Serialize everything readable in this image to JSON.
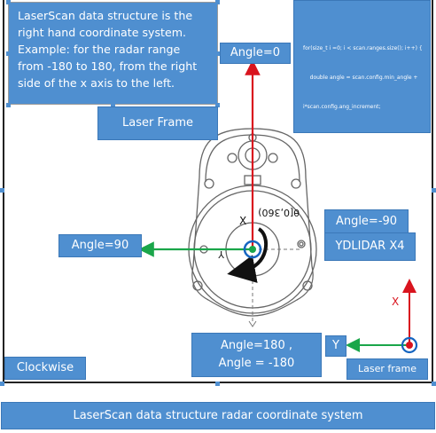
{
  "description_text": "LaserScan data structure is the right hand coordinate system. Example: for the radar range from -180 to 180, from the right side of the x axis to the left.",
  "code_lines": [
    "for(size_t i =0; i < scan.ranges.size(); i++) {",
    "    double angle = scan.config.min_angle +",
    "i*scan.config.ang_increment;",
    "}"
  ],
  "labels": {
    "angle_0": "Angle=0",
    "laser_frame_top": "Laser Frame",
    "angle_neg90": "Angle=-90",
    "device": "YDLIDAR X4",
    "angle_90": "Angle=90",
    "angle_180": "Angle=180 ,",
    "angle_neg180": "Angle = -180",
    "y_axis_box": "Y",
    "laser_frame_small": "Laser frame",
    "clockwise": "Clockwise",
    "caption": "LaserScan data structure radar coordinate system"
  },
  "device_drawing": {
    "x_label": "X",
    "y_label": "Y",
    "theta_label": "θ[0,360)"
  },
  "mini_axes": {
    "x_label": "X",
    "y_label": "Y"
  },
  "colors": {
    "box_fill": "#4f8fd0",
    "x_axis": "#d9141e",
    "y_axis": "#1aa64a",
    "origin": "#1565c0"
  }
}
